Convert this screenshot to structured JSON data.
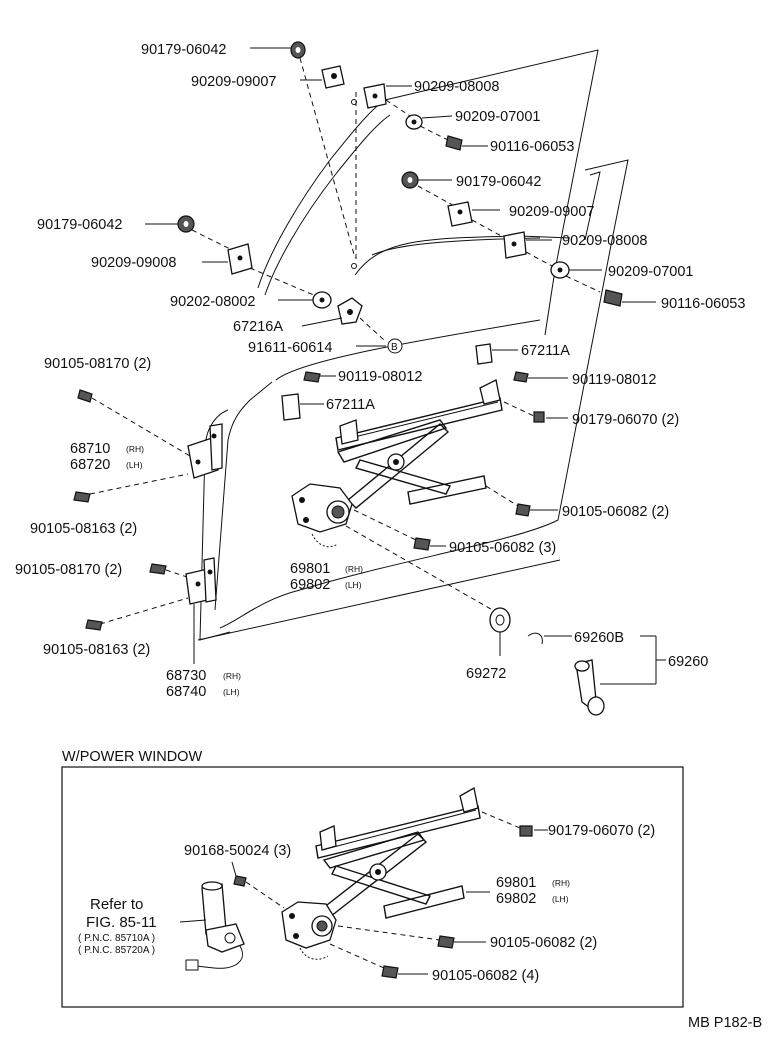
{
  "labels": {
    "p_90179_06042_a": "90179-06042",
    "p_90209_09007_a": "90209-09007",
    "p_90209_08008_a": "90209-08008",
    "p_90209_07001_a": "90209-07001",
    "p_90116_06053_a": "90116-06053",
    "p_90179_06042_b": "90179-06042",
    "p_90209_09007_b": "90209-09007",
    "p_90209_08008_b": "90209-08008",
    "p_90209_07001_b": "90209-07001",
    "p_90116_06053_b": "90116-06053",
    "p_90179_06042_c": "90179-06042",
    "p_90209_09008": "90209-09008",
    "p_90202_08002": "90202-08002",
    "p_67216A": "67216A",
    "p_91611_60614": "91611-60614",
    "p_B": "B",
    "p_90105_08170_a": "90105-08170 (2)",
    "p_67211A_a": "67211A",
    "p_90119_08012_a": "90119-08012",
    "p_90119_08012_b": "90119-08012",
    "p_67211A_b": "67211A",
    "p_90179_06070_a": "90179-06070 (2)",
    "p_68710": "68710",
    "p_68720": "68720",
    "p_90105_08163_a": "90105-08163 (2)",
    "p_90105_06082_a": "90105-06082 (2)",
    "p_90105_06082_b": "90105-06082 (3)",
    "p_90105_08170_b": "90105-08170 (2)",
    "p_69801_a": "69801",
    "p_69802_a": "69802",
    "p_90105_08163_b": "90105-08163 (2)",
    "p_69260B": "69260B",
    "p_69260": "69260",
    "p_69272": "69272",
    "p_68730": "68730",
    "p_68740": "68740",
    "rh": "(RH)",
    "lh": "(LH)",
    "section_title": "W/POWER WINDOW",
    "p_90168_50024": "90168-50024 (3)",
    "p_90179_06070_b": "90179-06070 (2)",
    "p_69801_b": "69801",
    "p_69802_b": "69802",
    "p_90105_06082_c": "90105-06082 (2)",
    "p_90105_06082_d": "90105-06082 (4)",
    "refer_line1": "Refer to",
    "refer_line2": "FIG. 85-11",
    "pnc_1": "( P.N.C. 85710A )",
    "pnc_2": "( P.N.C. 85720A )",
    "footer_code": "MB P182-B"
  }
}
